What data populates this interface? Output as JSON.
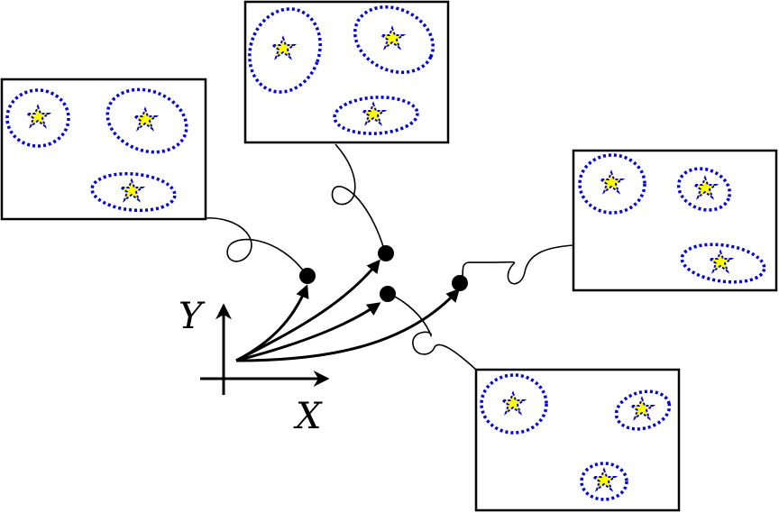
{
  "axes": {
    "x_label": "X",
    "y_label": "Y"
  },
  "colors": {
    "ellipse": "#0000dd",
    "star_fill": "#ffff00",
    "star_outline": "#0000dd",
    "line": "#000000",
    "background": "#ffffff"
  },
  "panels": [
    {
      "id": "panel-left",
      "sources": 3
    },
    {
      "id": "panel-top",
      "sources": 3
    },
    {
      "id": "panel-right",
      "sources": 3
    },
    {
      "id": "panel-bottom",
      "sources": 3
    }
  ],
  "trajectory_endpoints": 4
}
